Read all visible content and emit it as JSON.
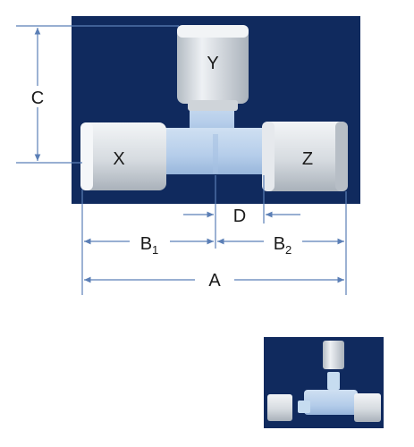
{
  "colors": {
    "background": "#ffffff",
    "panel": "#102a5e",
    "nut_light": "#e8ebee",
    "nut_mid": "#c9ced4",
    "nut_shadow": "#9aa2ab",
    "tee_body": "#b9d2ec",
    "tee_body_shade": "#9fbde0",
    "dimension_line": "#5b7fb6",
    "label_text": "#1a1a1a"
  },
  "diagram": {
    "port_labels": {
      "top": "Y",
      "left": "X",
      "right": "Z"
    },
    "dimensions": {
      "height": "C",
      "gap": "D",
      "left_half": {
        "letter": "B",
        "subscript": "1"
      },
      "right_half": {
        "letter": "B",
        "subscript": "2"
      },
      "overall": "A"
    }
  },
  "thumbnail": {
    "icon": "exploded-tee-fitting-thumbnail"
  }
}
